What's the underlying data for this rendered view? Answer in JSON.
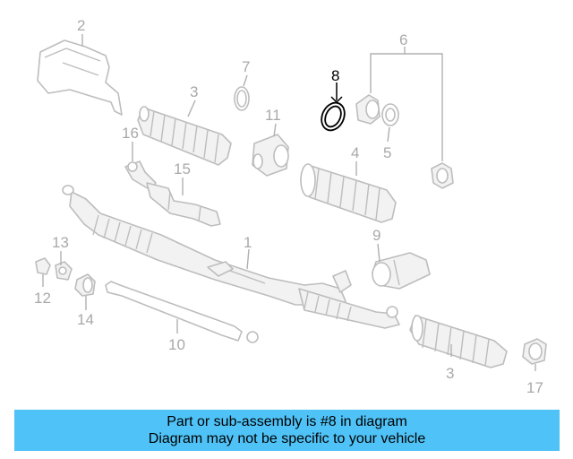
{
  "diagram": {
    "callouts": [
      {
        "num": "1"
      },
      {
        "num": "2"
      },
      {
        "num": "3"
      },
      {
        "num": "3"
      },
      {
        "num": "4"
      },
      {
        "num": "5"
      },
      {
        "num": "6"
      },
      {
        "num": "7"
      },
      {
        "num": "8"
      },
      {
        "num": "9"
      },
      {
        "num": "10"
      },
      {
        "num": "11"
      },
      {
        "num": "12"
      },
      {
        "num": "13"
      },
      {
        "num": "14"
      },
      {
        "num": "15"
      },
      {
        "num": "16"
      },
      {
        "num": "17"
      }
    ],
    "highlighted_part": "8",
    "colors": {
      "part_outline": "#bdbdbd",
      "callout_text": "#a9a9a9",
      "highlight": "#000000",
      "banner_background": "#4fc3f7"
    }
  },
  "banner": {
    "line1": "Part or sub-assembly is #8 in diagram",
    "line2": "Diagram may not be specific to your vehicle"
  }
}
